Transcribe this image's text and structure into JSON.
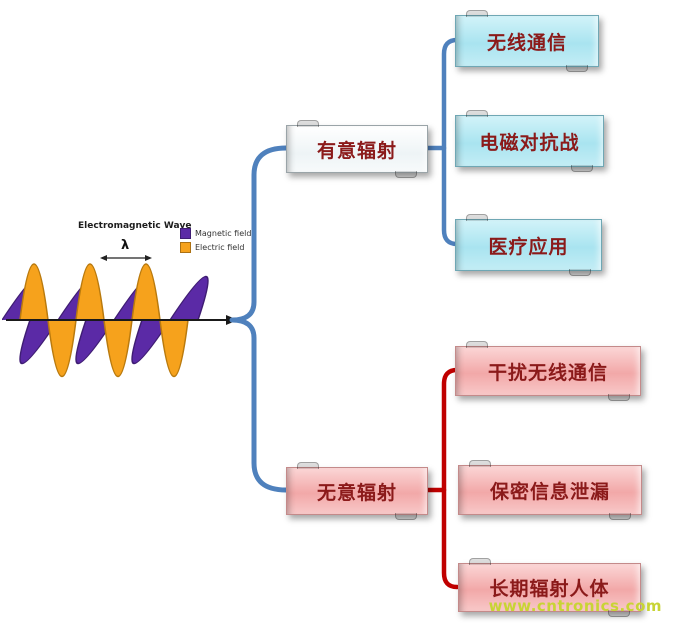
{
  "wave": {
    "title": "Electromagnetic Wave",
    "wavelength_symbol": "λ",
    "legend": [
      {
        "label": "Magnetic field",
        "color": "#5b2aa6"
      },
      {
        "label": "Electric field",
        "color": "#f6a21c"
      }
    ]
  },
  "tree": {
    "branches": [
      {
        "label": "有意辐射",
        "accent_color": "#4f81bd",
        "box_style": "white",
        "children": [
          "无线通信",
          "电磁对抗战",
          "医疗应用"
        ]
      },
      {
        "label": "无意辐射",
        "accent_color": "#c00000",
        "box_style": "pink",
        "children": [
          "干扰无线通信",
          "保密信息泄漏",
          "长期辐射人体"
        ]
      }
    ]
  },
  "colors": {
    "cyan_box": "#a9e4f0",
    "pink_box": "#f2a8a8",
    "label_text": "#8b1a1a",
    "watermark": "#c8d434"
  },
  "watermark": {
    "text": "www.cntronics.com"
  }
}
